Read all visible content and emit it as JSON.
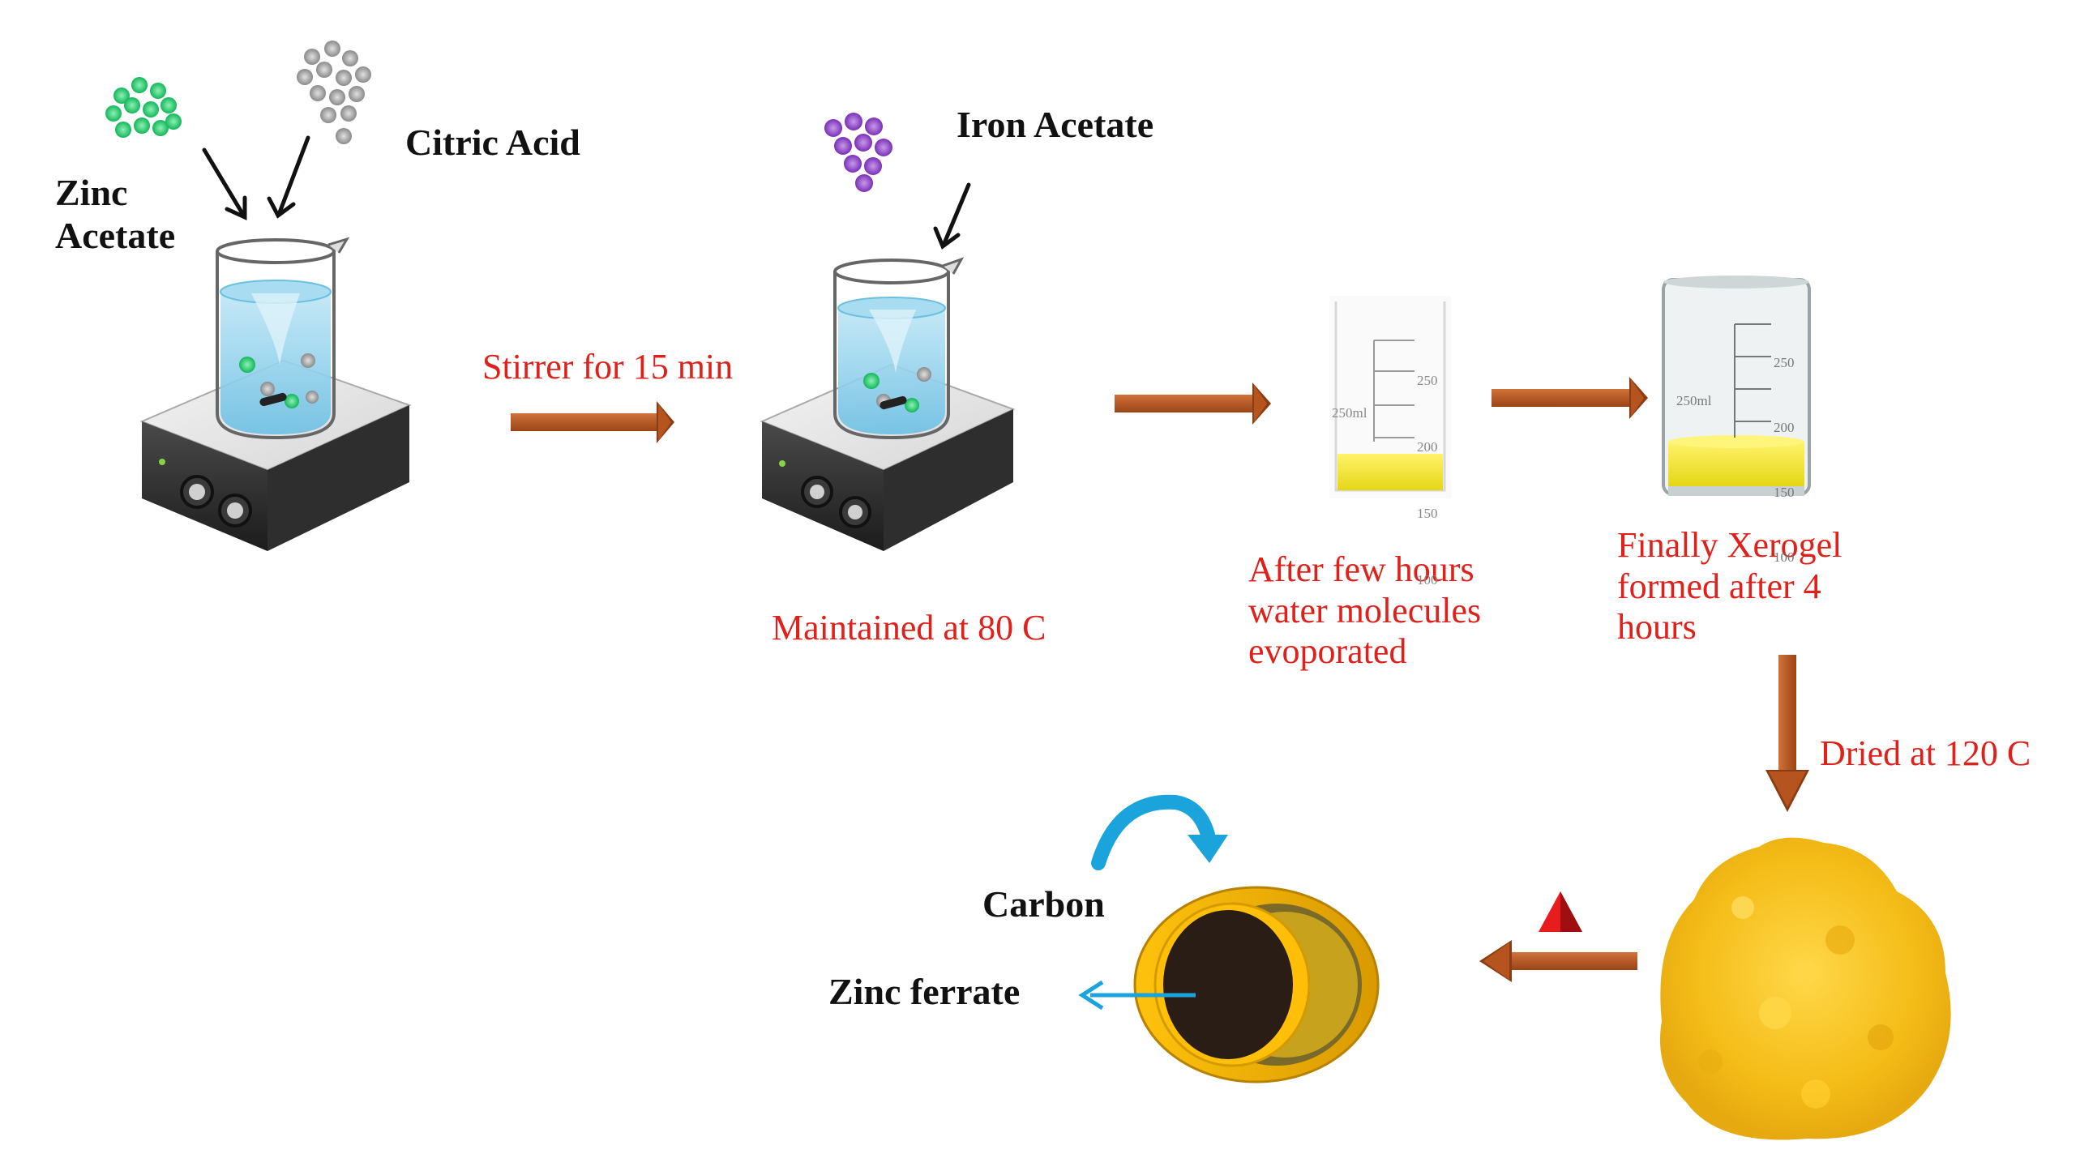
{
  "colors": {
    "annotation_red": "#e0201a",
    "arrow_brown": "#b5541f",
    "zinc_green": "#22c96a",
    "citric_gray": "#9a9a9a",
    "iron_purple": "#8a3fc2",
    "xerogel_yellow": "#f2e62a",
    "powder_yellow": "#f5c21a",
    "pellet_dark": "#2a1d16",
    "cycle_blue": "#1ba3dc"
  },
  "labels": {
    "zinc_acetate": "Zinc\nAcetate",
    "citric_acid": "Citric Acid",
    "iron_acetate": "Iron Acetate",
    "stirrer": "Stirrer for  15 min",
    "maintained": "Maintained at 80 C",
    "evaporated": "After few hours\nwater molecules\nevoporated",
    "xerogel": "Finally Xerogel\nformed after 4\nhours",
    "dried": "Dried at 120 C",
    "carbon": "Carbon",
    "zinc_ferrate": "Zinc ferrate"
  },
  "beaker_scale": {
    "marks": [
      "250",
      "200",
      "150",
      "100"
    ],
    "unit_small": "(ml)",
    "volume": "250ml"
  },
  "icons": {
    "heat_symbol": "triangle-delta",
    "stir_plate": "magnetic-stirrer",
    "pellet": "pellet-disc"
  }
}
